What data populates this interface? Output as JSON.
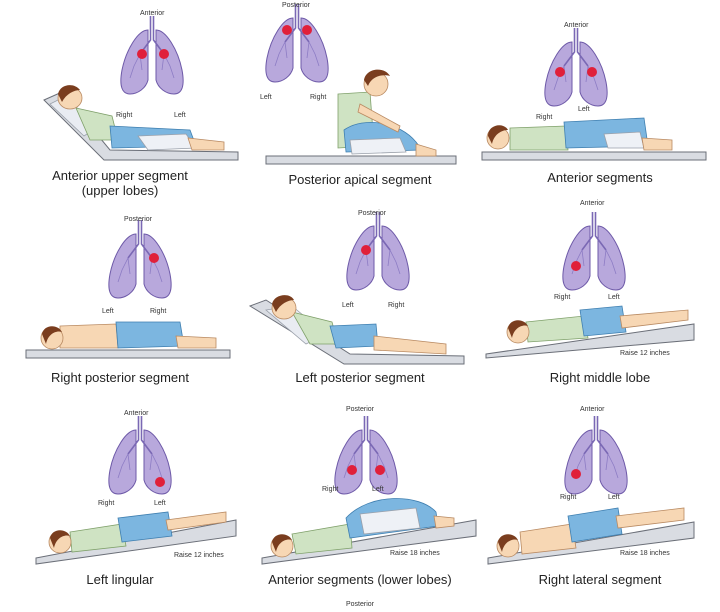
{
  "colors": {
    "lung": "#b8a8dc",
    "lung_outline": "#6e5aa8",
    "airway": "#7a68b4",
    "spot": "#e0203a",
    "skin": "#f7d7b4",
    "skin_outline": "#b98a62",
    "hair": "#7a3d1e",
    "shirt": "#cfe3c3",
    "pants": "#7cb6e0",
    "pillow": "#e9ecf2",
    "bed": "#d9dce2",
    "bed_outline": "#6b6f78"
  },
  "panels": [
    {
      "caption": "Anterior upper segment (upper lobes)",
      "labels": {
        "top": "Anterior",
        "left": "Right",
        "right": "Left"
      },
      "elevation": ""
    },
    {
      "caption": "Posterior apical segment",
      "labels": {
        "top": "Posterior",
        "left": "Left",
        "right": "Right"
      },
      "elevation": ""
    },
    {
      "caption": "Anterior segments",
      "labels": {
        "top": "Anterior",
        "left": "Right",
        "right": "Left"
      },
      "elevation": ""
    },
    {
      "caption": "Right posterior segment",
      "labels": {
        "top": "Posterior",
        "left": "Left",
        "right": "Right"
      },
      "elevation": ""
    },
    {
      "caption": "Left posterior segment",
      "labels": {
        "top": "Posterior",
        "left": "Left",
        "right": "Right"
      },
      "elevation": ""
    },
    {
      "caption": "Right middle lobe",
      "labels": {
        "top": "Anterior",
        "left": "Right",
        "right": "Left"
      },
      "elevation": "Raise 12 inches"
    },
    {
      "caption": "Left lingular",
      "labels": {
        "top": "Anterior",
        "left": "Right",
        "right": "Left"
      },
      "elevation": "Raise 12 inches"
    },
    {
      "caption": "Anterior segments (lower lobes)",
      "labels": {
        "top": "Posterior",
        "left": "Right",
        "right": "Left"
      },
      "elevation": "Raise 18 inches"
    },
    {
      "caption": "Right lateral segment",
      "labels": {
        "top": "Anterior",
        "left": "Right",
        "right": "Left"
      },
      "elevation": "Raise 18 inches"
    }
  ],
  "footer": "Posterior"
}
